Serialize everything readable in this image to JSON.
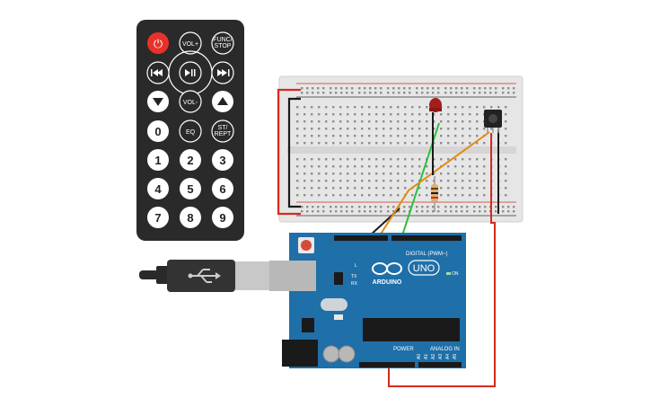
{
  "remote": {
    "power_label": "⏻",
    "top_buttons": [
      "VOL+",
      "FUNC/\nSTOP"
    ],
    "vol_up": "VOL+",
    "func_stop_line1": "FUNC/",
    "func_stop_line2": "STOP",
    "vol_down": "VOL-",
    "eq": "EQ",
    "st_rept_line1": "ST/",
    "st_rept_line2": "REPT",
    "digits": [
      "0",
      "1",
      "2",
      "3",
      "4",
      "5",
      "6",
      "7",
      "8",
      "9"
    ]
  },
  "arduino": {
    "brand": "ARDUINO",
    "model": "UNO",
    "digital_header": "DIGITAL (PWM~)",
    "power_header": "POWER",
    "analog_header": "ANALOG IN",
    "analog_pins": [
      "A0",
      "A1",
      "A2",
      "A3",
      "A4",
      "A5"
    ],
    "on_label": "ON",
    "tx_label": "TX",
    "rx_label": "RX",
    "l_label": "L"
  },
  "colors": {
    "board_blue": "#1f6fa8",
    "remote_body": "#2a2a2a",
    "power_button": "#e8312b",
    "breadboard": "#e6e6e6",
    "wire_red": "#d62a1e",
    "wire_black": "#1a1a1a",
    "wire_green": "#2bbf3b",
    "wire_orange": "#e38b12"
  }
}
